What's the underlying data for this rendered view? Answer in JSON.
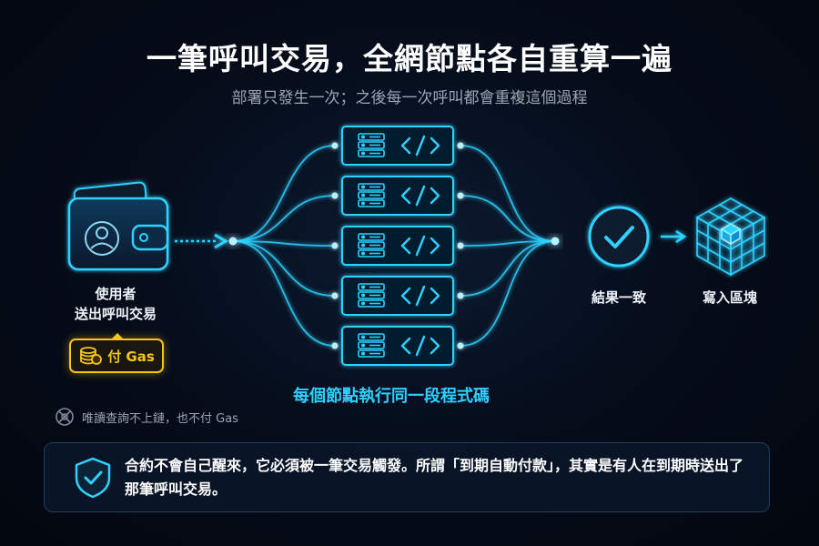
{
  "header": {
    "title": "一筆呼叫交易，全網節點各自重算一遍",
    "subtitle": "部署只發生一次；之後每一次呼叫都會重複這個過程"
  },
  "user": {
    "label_line1": "使用者",
    "label_line2": "送出呼叫交易",
    "icons": [
      "wallet-icon",
      "user-avatar-icon"
    ]
  },
  "gas_badge": {
    "label": "付 Gas",
    "icon": "coins-icon"
  },
  "nodes": {
    "count": 5,
    "caption": "每個節點執行同一段程式碼",
    "icons": [
      "server-icon",
      "code-icon"
    ]
  },
  "consensus": {
    "label": "結果一致",
    "icon": "check-circle-icon"
  },
  "block": {
    "label": "寫入區塊",
    "icon": "cube-block-icon"
  },
  "read_note": {
    "text": "唯讀查詢不上鏈，也不付 Gas",
    "icon": "no-sign-icon"
  },
  "callout": {
    "text": "合約不會自己醒來，它必須被一筆交易觸發。所謂「到期自動付款」，其實是有人在到期時送出了那筆呼叫交易。",
    "icon": "shield-check-icon"
  },
  "colors": {
    "accent": "#2ed1ff",
    "accent_dark": "#0d8fd6",
    "gas": "#f5c518",
    "background": "#050b18"
  }
}
